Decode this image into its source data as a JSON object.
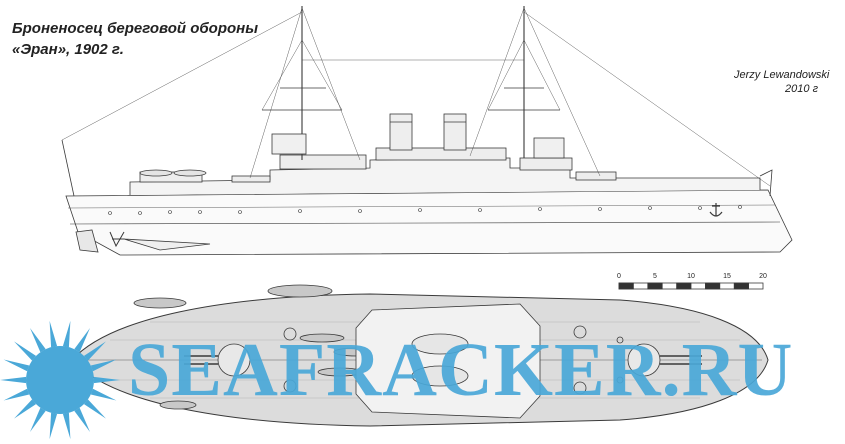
{
  "title": {
    "line1": "Броненосец береговой обороны",
    "line2": "«Эран», 1902 г."
  },
  "author": {
    "name": "Jerzy Lewandowski",
    "year": "2010 г"
  },
  "scale_bar": {
    "ticks": [
      "0",
      "5",
      "10",
      "15",
      "20"
    ]
  },
  "watermark": {
    "text": "SEAFRACKER.RU"
  },
  "colors": {
    "line": "#3a3a3a",
    "deck": "#dcdcdc",
    "watermark": "#4aa8d8"
  }
}
